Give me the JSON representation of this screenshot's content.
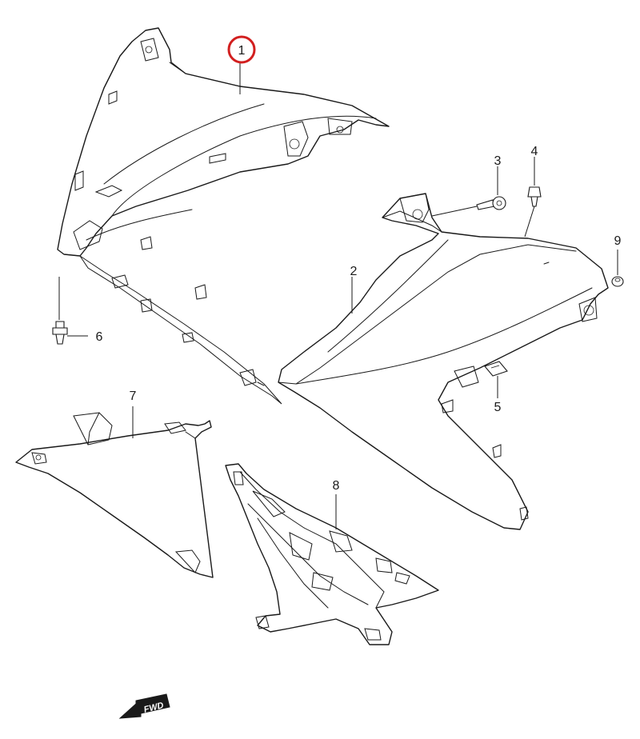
{
  "callouts": [
    {
      "id": "1",
      "label": "1",
      "highlighted": true
    },
    {
      "id": "2",
      "label": "2"
    },
    {
      "id": "3",
      "label": "3"
    },
    {
      "id": "4",
      "label": "4"
    },
    {
      "id": "5",
      "label": "5"
    },
    {
      "id": "6",
      "label": "6"
    },
    {
      "id": "7",
      "label": "7"
    },
    {
      "id": "8",
      "label": "8"
    },
    {
      "id": "9",
      "label": "9"
    }
  ],
  "direction_marker": {
    "label": "FWD",
    "icon": "forward-arrow-icon"
  },
  "colors": {
    "line": "#1a1a1a",
    "highlight": "#d21f1f",
    "background": "#ffffff"
  }
}
